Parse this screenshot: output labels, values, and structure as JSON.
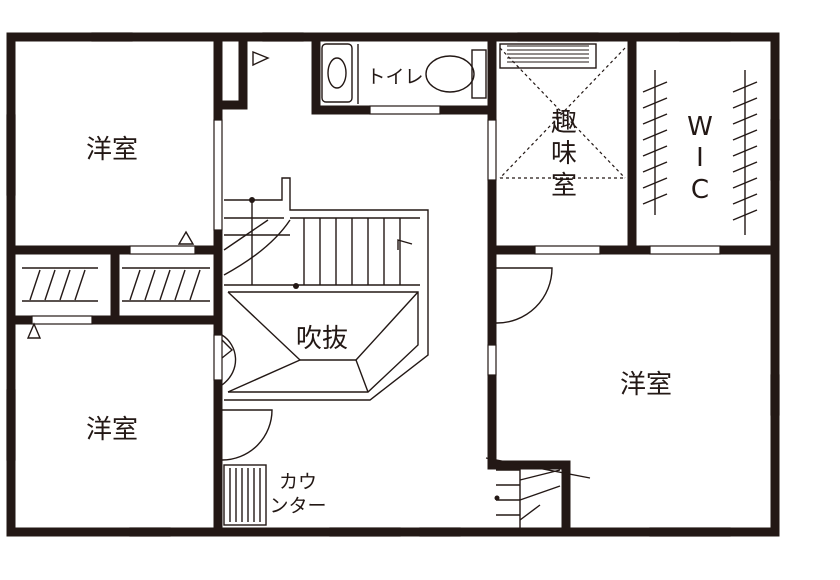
{
  "rooms": {
    "western_top_left": "洋室",
    "western_bottom_left": "洋室",
    "western_right": "洋室",
    "fukinuke": "吹抜",
    "toilet": "トイレ",
    "hobby_1": "趣",
    "hobby_2": "味",
    "hobby_3": "室",
    "wic_w": "W",
    "wic_i": "I",
    "wic_c": "C",
    "counter_1": "カウ",
    "counter_2": "ンター"
  }
}
